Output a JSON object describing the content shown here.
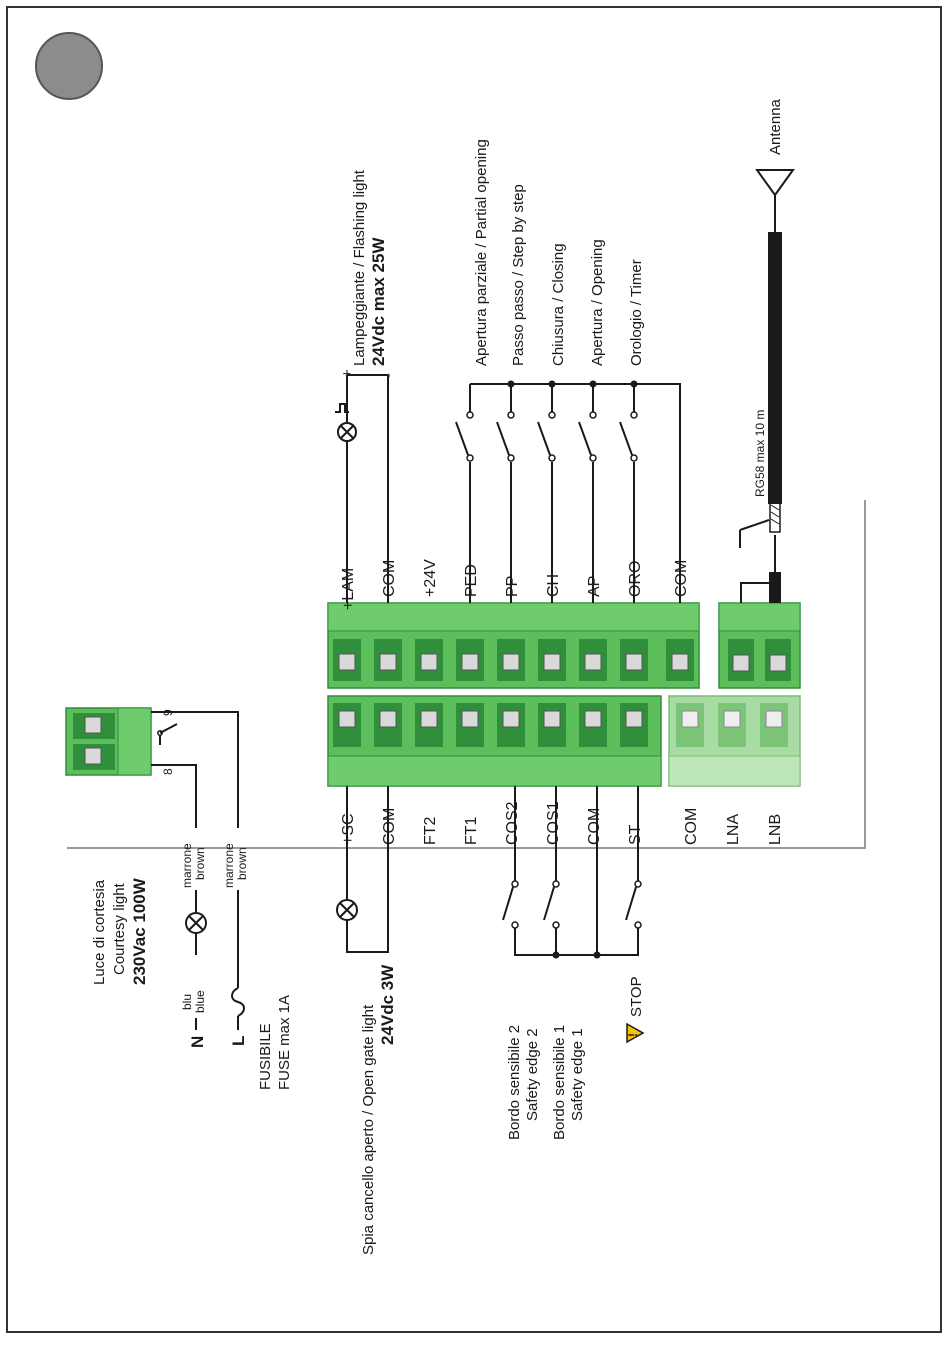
{
  "terminals": {
    "top_row": [
      "+LAM",
      "COM",
      "+24V",
      "PED",
      "PP",
      "CH",
      "AP",
      "ORO",
      "COM"
    ],
    "bottom_row": [
      "+SC",
      "COM",
      "FT2",
      "FT1",
      "COS2",
      "COS1",
      "COM",
      "ST"
    ],
    "bottom_row_light": [
      "COM",
      "LNA",
      "LNB"
    ]
  },
  "flashing_light": {
    "label": "Lampeggiante / Flashing light",
    "rating": "24Vdc max 25W",
    "plus": "+",
    "minus": "-"
  },
  "inputs": {
    "ped": "Apertura parziale / Partial opening",
    "pp": "Passo passo / Step by step",
    "ch": "Chiusura / Closing",
    "ap": "Apertura / Opening",
    "oro": "Orologio / Timer"
  },
  "antenna": {
    "label": "Antenna",
    "cable": "RG58 max 10 m"
  },
  "courtesy_light": {
    "line1": "Luce di cortesia",
    "line2": "Courtesy light",
    "rating": "230Vac 100W",
    "terminal_8": "8",
    "terminal_9": "9",
    "wire_brown_it": "marrone",
    "wire_brown_en": "brown",
    "wire_blue_it": "blu",
    "wire_blue_en": "blue",
    "neutral": "N",
    "line": "L",
    "fuse_it": "FUSIBILE",
    "fuse_en": "FUSE max 1A"
  },
  "open_gate_light": {
    "label": "Spia cancello aperto / Open gate light",
    "rating": "24Vdc 3W"
  },
  "safety": {
    "edge2_it": "Bordo sensibile 2",
    "edge2_en": "Safety edge 2",
    "edge1_it": "Bordo sensibile 1",
    "edge1_en": "Safety edge 1",
    "stop": "STOP",
    "warning": "!"
  },
  "colors": {
    "terminal_green": "#5cbf5c",
    "terminal_dark": "#2f8f3a",
    "terminal_light": "#a9dca5",
    "circle_gray": "#8c8c8c",
    "border": "#333333"
  }
}
